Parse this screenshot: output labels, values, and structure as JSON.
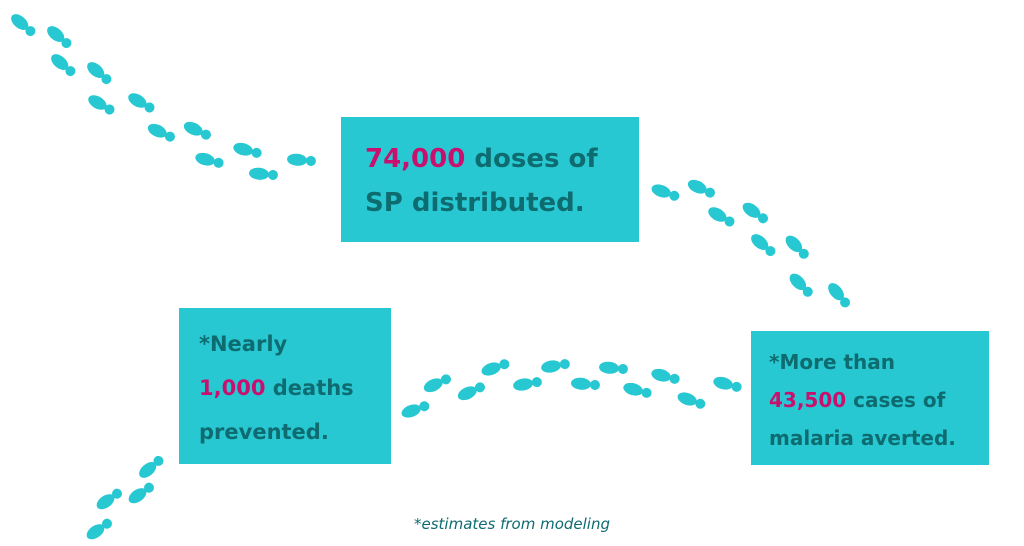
{
  "colors": {
    "box": "#27C8D2",
    "text": "#0E6B70",
    "highlight": "#C8106E",
    "footprint": "#27C8D2"
  },
  "icons": [
    "footprints-icon"
  ],
  "doses": {
    "number": "74,000",
    "line1_rest": " doses of",
    "line2": "SP distributed."
  },
  "deaths": {
    "line1": "*Nearly",
    "number": "1,000",
    "line2_rest": " deaths",
    "line3": "prevented."
  },
  "malaria": {
    "line1": "*More than",
    "number": "43,500",
    "line2_rest": " cases of",
    "line3": "malaria averted."
  },
  "footnote": "*estimates from modeling"
}
